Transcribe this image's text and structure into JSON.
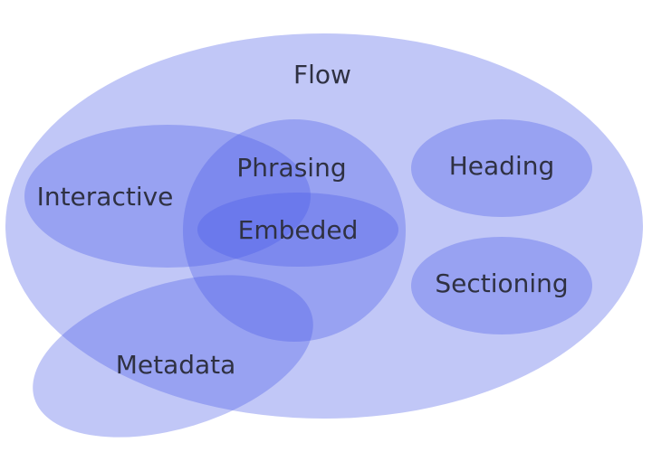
{
  "diagram": {
    "fill_color": "#4a5ae8",
    "labels": {
      "flow": "Flow",
      "interactive": "Interactive",
      "phrasing": "Phrasing",
      "embeded": "Embeded",
      "heading": "Heading",
      "sectioning": "Sectioning",
      "metadata": "Metadata"
    }
  }
}
